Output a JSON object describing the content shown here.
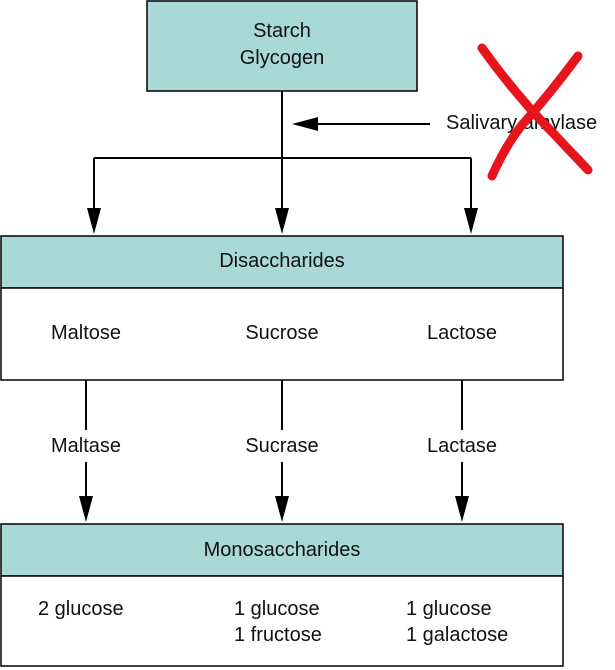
{
  "colors": {
    "box_fill": "#a8d8d8",
    "stroke": "#000000",
    "cross": "#e8141c",
    "background": "#ffffff"
  },
  "top_box": {
    "line1": "Starch",
    "line2": "Glycogen"
  },
  "enzyme_salivary": {
    "label": "Salivary amylase",
    "crossed_out": true
  },
  "disaccharides": {
    "header": "Disaccharides",
    "items": [
      "Maltose",
      "Sucrose",
      "Lactose"
    ]
  },
  "enzymes": [
    "Maltase",
    "Sucrase",
    "Lactase"
  ],
  "monosaccharides": {
    "header": "Monosaccharides",
    "products": [
      {
        "line1": "2 glucose",
        "line2": ""
      },
      {
        "line1": "1 glucose",
        "line2": "1 fructose"
      },
      {
        "line1": "1 glucose",
        "line2": "1 galactose"
      }
    ]
  }
}
